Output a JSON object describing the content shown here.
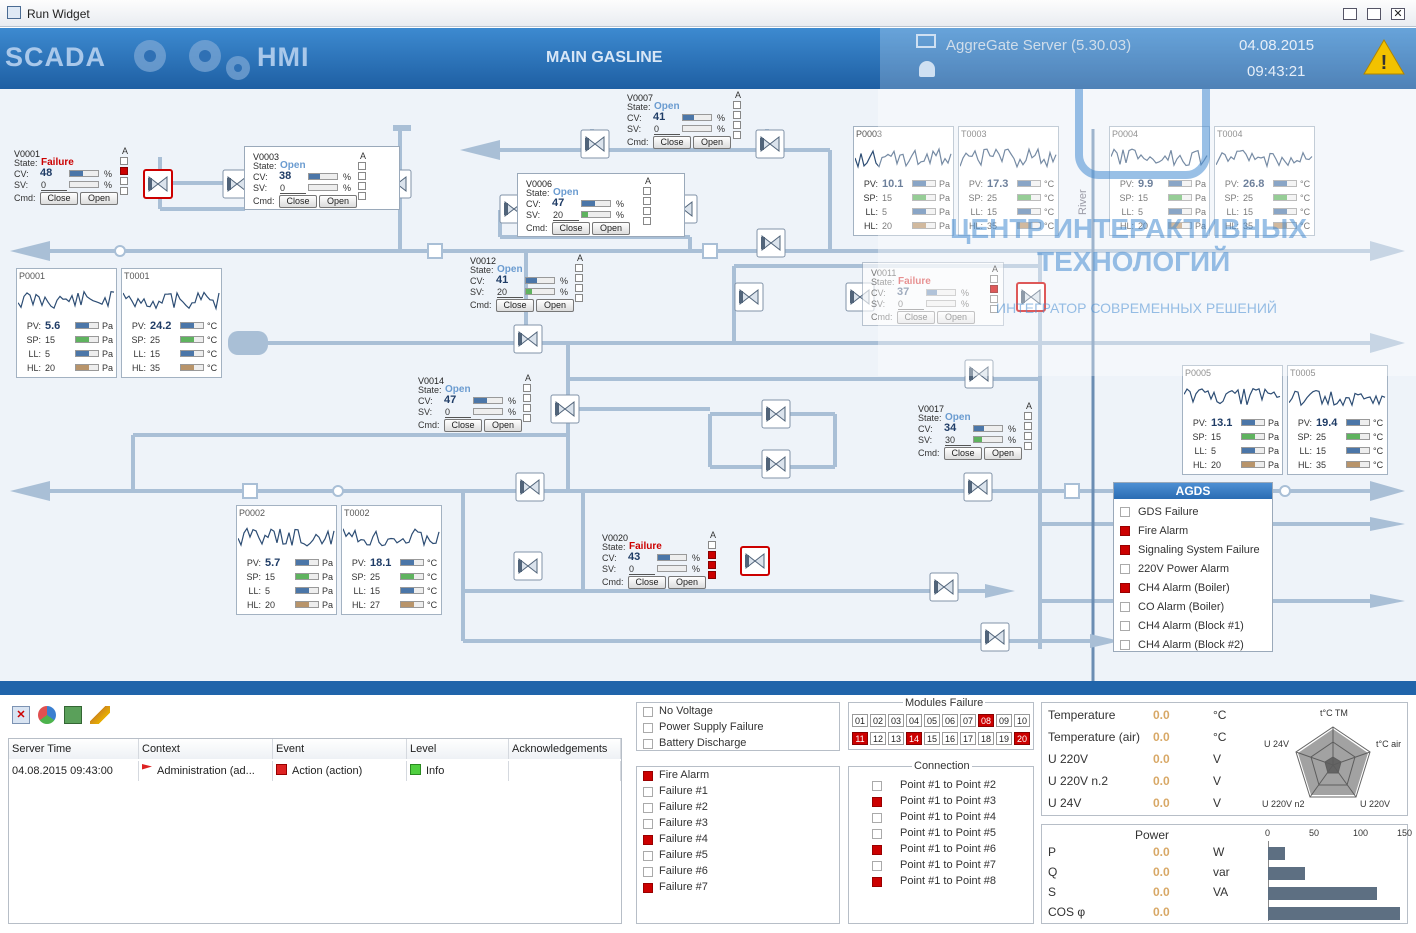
{
  "window": {
    "title": "Run Widget"
  },
  "header": {
    "brand_left": "SCADA",
    "brand_right": "HMI",
    "title": "MAIN GASLINE",
    "server": "AggreGate Server (5.30.03)",
    "date": "04.08.2015",
    "time": "09:43:21"
  },
  "watermark": {
    "line1": "ЦЕНТР ИНТЕРАКТИВНЫХ",
    "line2": "ТЕХНОЛОГИЙ",
    "line3": "ИНТЕГРАТОР СОВРЕМЕННЫХ РЕШЕНИЙ"
  },
  "labels": {
    "state": "State:",
    "cv": "CV:",
    "sv": "SV:",
    "cmd": "Cmd:",
    "close": "Close",
    "open": "Open",
    "a": "A",
    "pv": "PV:",
    "sp": "SP:",
    "ll": "LL:",
    "hl": "HL:",
    "pct": "%",
    "pa": "Pa",
    "degc": "°C",
    "river": "River"
  },
  "valves": [
    {
      "id": "V0001",
      "state": "Failure",
      "cv": "48",
      "sv": "0",
      "cv_frac": 0.48,
      "sv_frac": 0.0
    },
    {
      "id": "V0003",
      "state": "Open",
      "cv": "38",
      "sv": "0",
      "cv_frac": 0.38,
      "sv_frac": 0.0
    },
    {
      "id": "V0006",
      "state": "Open",
      "cv": "47",
      "sv": "20",
      "cv_frac": 0.47,
      "sv_frac": 0.2
    },
    {
      "id": "V0007",
      "state": "Open",
      "cv": "41",
      "sv": "0",
      "cv_frac": 0.41,
      "sv_frac": 0.0
    },
    {
      "id": "V0011",
      "state": "Failure",
      "cv": "37",
      "sv": "0",
      "cv_frac": 0.37,
      "sv_frac": 0.0
    },
    {
      "id": "V0012",
      "state": "Open",
      "cv": "41",
      "sv": "20",
      "cv_frac": 0.41,
      "sv_frac": 0.2
    },
    {
      "id": "V0014",
      "state": "Open",
      "cv": "47",
      "sv": "0",
      "cv_frac": 0.47,
      "sv_frac": 0.0
    },
    {
      "id": "V0017",
      "state": "Open",
      "cv": "34",
      "sv": "30",
      "cv_frac": 0.34,
      "sv_frac": 0.3
    },
    {
      "id": "V0020",
      "state": "Failure",
      "cv": "43",
      "sv": "0",
      "cv_frac": 0.43,
      "sv_frac": 0.0
    }
  ],
  "sensors": [
    {
      "id": "P0001",
      "pv": "5.6",
      "sp": "15",
      "ll": "5",
      "hl": "20",
      "unit": "Pa"
    },
    {
      "id": "T0001",
      "pv": "24.2",
      "sp": "25",
      "ll": "15",
      "hl": "35",
      "unit": "°C"
    },
    {
      "id": "P0002",
      "pv": "5.7",
      "sp": "15",
      "ll": "5",
      "hl": "20",
      "unit": "Pa"
    },
    {
      "id": "T0002",
      "pv": "18.1",
      "sp": "25",
      "ll": "15",
      "hl": "27",
      "unit": "°C"
    },
    {
      "id": "P0003",
      "pv": "10.1",
      "sp": "15",
      "ll": "5",
      "hl": "20",
      "unit": "Pa"
    },
    {
      "id": "T0003",
      "pv": "17.3",
      "sp": "25",
      "ll": "15",
      "hl": "35",
      "unit": "°C"
    },
    {
      "id": "P0004",
      "pv": "9.9",
      "sp": "15",
      "ll": "5",
      "hl": "20",
      "unit": "Pa"
    },
    {
      "id": "T0004",
      "pv": "26.8",
      "sp": "25",
      "ll": "15",
      "hl": "35",
      "unit": "°C"
    },
    {
      "id": "P0005",
      "pv": "13.1",
      "sp": "15",
      "ll": "5",
      "hl": "20",
      "unit": "Pa"
    },
    {
      "id": "T0005",
      "pv": "19.4",
      "sp": "25",
      "ll": "15",
      "hl": "35",
      "unit": "°C"
    }
  ],
  "agds": {
    "title": "AGDS",
    "items": [
      {
        "label": "GDS Failure",
        "alarm": false
      },
      {
        "label": "Fire Alarm",
        "alarm": true
      },
      {
        "label": "Signaling System Failure",
        "alarm": true
      },
      {
        "label": "220V Power Alarm",
        "alarm": false
      },
      {
        "label": "CH4 Alarm (Boiler)",
        "alarm": true
      },
      {
        "label": "CO Alarm (Boiler)",
        "alarm": false
      },
      {
        "label": "CH4 Alarm (Block #1)",
        "alarm": false
      },
      {
        "label": "CH4 Alarm (Block #2)",
        "alarm": false
      }
    ]
  },
  "events": {
    "columns": [
      "Server Time",
      "Context",
      "Event",
      "Level",
      "Acknowledgements"
    ],
    "rows": [
      [
        "04.08.2015 09:43:00",
        "Administration (ad...",
        "Action (action)",
        "Info",
        ""
      ]
    ]
  },
  "power_status": [
    {
      "label": "No Voltage",
      "alarm": false
    },
    {
      "label": "Power Supply Failure",
      "alarm": false
    },
    {
      "label": "Battery Discharge",
      "alarm": false
    }
  ],
  "failures": [
    {
      "label": "Fire Alarm",
      "alarm": true
    },
    {
      "label": "Failure #1",
      "alarm": false
    },
    {
      "label": "Failure #2",
      "alarm": false
    },
    {
      "label": "Failure #3",
      "alarm": false
    },
    {
      "label": "Failure #4",
      "alarm": true
    },
    {
      "label": "Failure #5",
      "alarm": false
    },
    {
      "label": "Failure #6",
      "alarm": false
    },
    {
      "label": "Failure #7",
      "alarm": true
    }
  ],
  "modules": {
    "title": "Modules Failure",
    "cells": [
      {
        "n": "01",
        "alarm": false
      },
      {
        "n": "02",
        "alarm": false
      },
      {
        "n": "03",
        "alarm": false
      },
      {
        "n": "04",
        "alarm": false
      },
      {
        "n": "05",
        "alarm": false
      },
      {
        "n": "06",
        "alarm": false
      },
      {
        "n": "07",
        "alarm": false
      },
      {
        "n": "08",
        "alarm": true
      },
      {
        "n": "09",
        "alarm": false
      },
      {
        "n": "10",
        "alarm": false
      },
      {
        "n": "11",
        "alarm": true
      },
      {
        "n": "12",
        "alarm": false
      },
      {
        "n": "13",
        "alarm": false
      },
      {
        "n": "14",
        "alarm": true
      },
      {
        "n": "15",
        "alarm": false
      },
      {
        "n": "16",
        "alarm": false
      },
      {
        "n": "17",
        "alarm": false
      },
      {
        "n": "18",
        "alarm": false
      },
      {
        "n": "19",
        "alarm": false
      },
      {
        "n": "20",
        "alarm": true
      }
    ]
  },
  "connection": {
    "title": "Connection",
    "items": [
      {
        "label": "Point #1 to Point #2",
        "alarm": false
      },
      {
        "label": "Point #1 to Point #3",
        "alarm": true
      },
      {
        "label": "Point #1 to Point #4",
        "alarm": false
      },
      {
        "label": "Point #1 to Point #5",
        "alarm": false
      },
      {
        "label": "Point #1 to Point #6",
        "alarm": true
      },
      {
        "label": "Point #1 to Point #7",
        "alarm": false
      },
      {
        "label": "Point #1 to Point #8",
        "alarm": true
      }
    ]
  },
  "measurements": [
    {
      "label": "Temperature",
      "value": "0.0",
      "unit": "°C"
    },
    {
      "label": "Temperature (air)",
      "value": "0.0",
      "unit": "°C"
    },
    {
      "label": "U 220V",
      "value": "0.0",
      "unit": "V"
    },
    {
      "label": "U 220V n.2",
      "value": "0.0",
      "unit": "V"
    },
    {
      "label": "U 24V",
      "value": "0.0",
      "unit": "V"
    }
  ],
  "radar": {
    "labels": [
      "t°C TM",
      "t°C air",
      "U 220V",
      "U 220V n2",
      "U 24V"
    ]
  },
  "power": {
    "title": "Power",
    "ticks": [
      "0",
      "50",
      "100",
      "150"
    ],
    "axis_max": 150,
    "rows": [
      {
        "label": "P",
        "value": "0.0",
        "unit": "W",
        "bar": 19
      },
      {
        "label": "Q",
        "value": "0.0",
        "unit": "var",
        "bar": 42
      },
      {
        "label": "S",
        "value": "0.0",
        "unit": "VA",
        "bar": 124
      },
      {
        "label": "COS φ",
        "value": "0.0",
        "unit": "",
        "bar": 150
      }
    ]
  },
  "colors": {
    "pipe": "#a9bfd6",
    "alarm": "#cc0000",
    "header": "#2a6fb8",
    "accent_value": "#d8a866"
  }
}
